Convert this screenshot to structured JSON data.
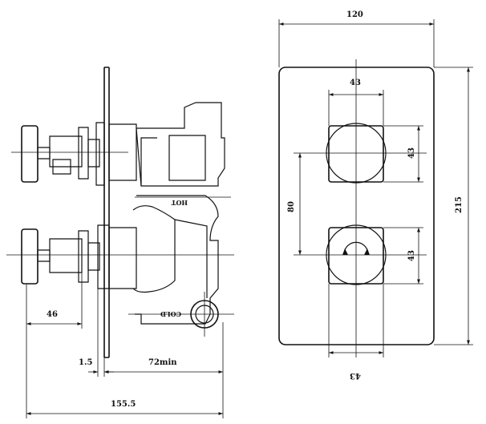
{
  "side_view": {
    "dim_length_overall": "155.5",
    "dim_handle_projection": "46",
    "dim_plate_thickness": "1.5",
    "dim_wall_depth": "72min",
    "label_hot": "HOT",
    "label_cold": "COLD"
  },
  "front_view": {
    "dim_width": "120",
    "dim_height": "215",
    "dim_handle_top": "43",
    "dim_handle_bottom": "43",
    "dim_handle_upper_height": "43",
    "dim_handle_lower_height": "43",
    "dim_spacing": "80"
  }
}
